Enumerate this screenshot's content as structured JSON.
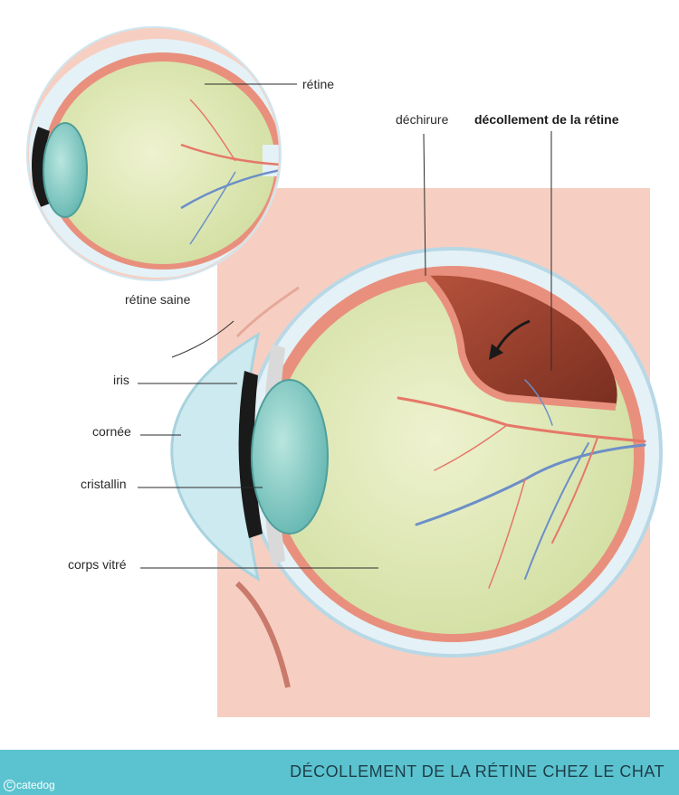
{
  "labels": {
    "retine": "rétine",
    "retine_saine": "rétine saine",
    "dechirure": "déchirure",
    "decollement": "décollement de la rétine",
    "iris": "iris",
    "cornee": "cornée",
    "cristallin": "cristallin",
    "corps_vitre": "corps vitré"
  },
  "footer": {
    "title": "DÉCOLLEMENT DE LA RÉTINE CHEZ LE CHAT",
    "credit": "catedog",
    "credit_icon": "C"
  },
  "colors": {
    "skin": "#f6cfc2",
    "vitreous": "#dfe8b6",
    "retina": "#e8907d",
    "detachment": "#8e3b2a",
    "lens": "#7fc9c2",
    "sclera": "#cfe6f0",
    "footer": "#5bc3cf"
  }
}
